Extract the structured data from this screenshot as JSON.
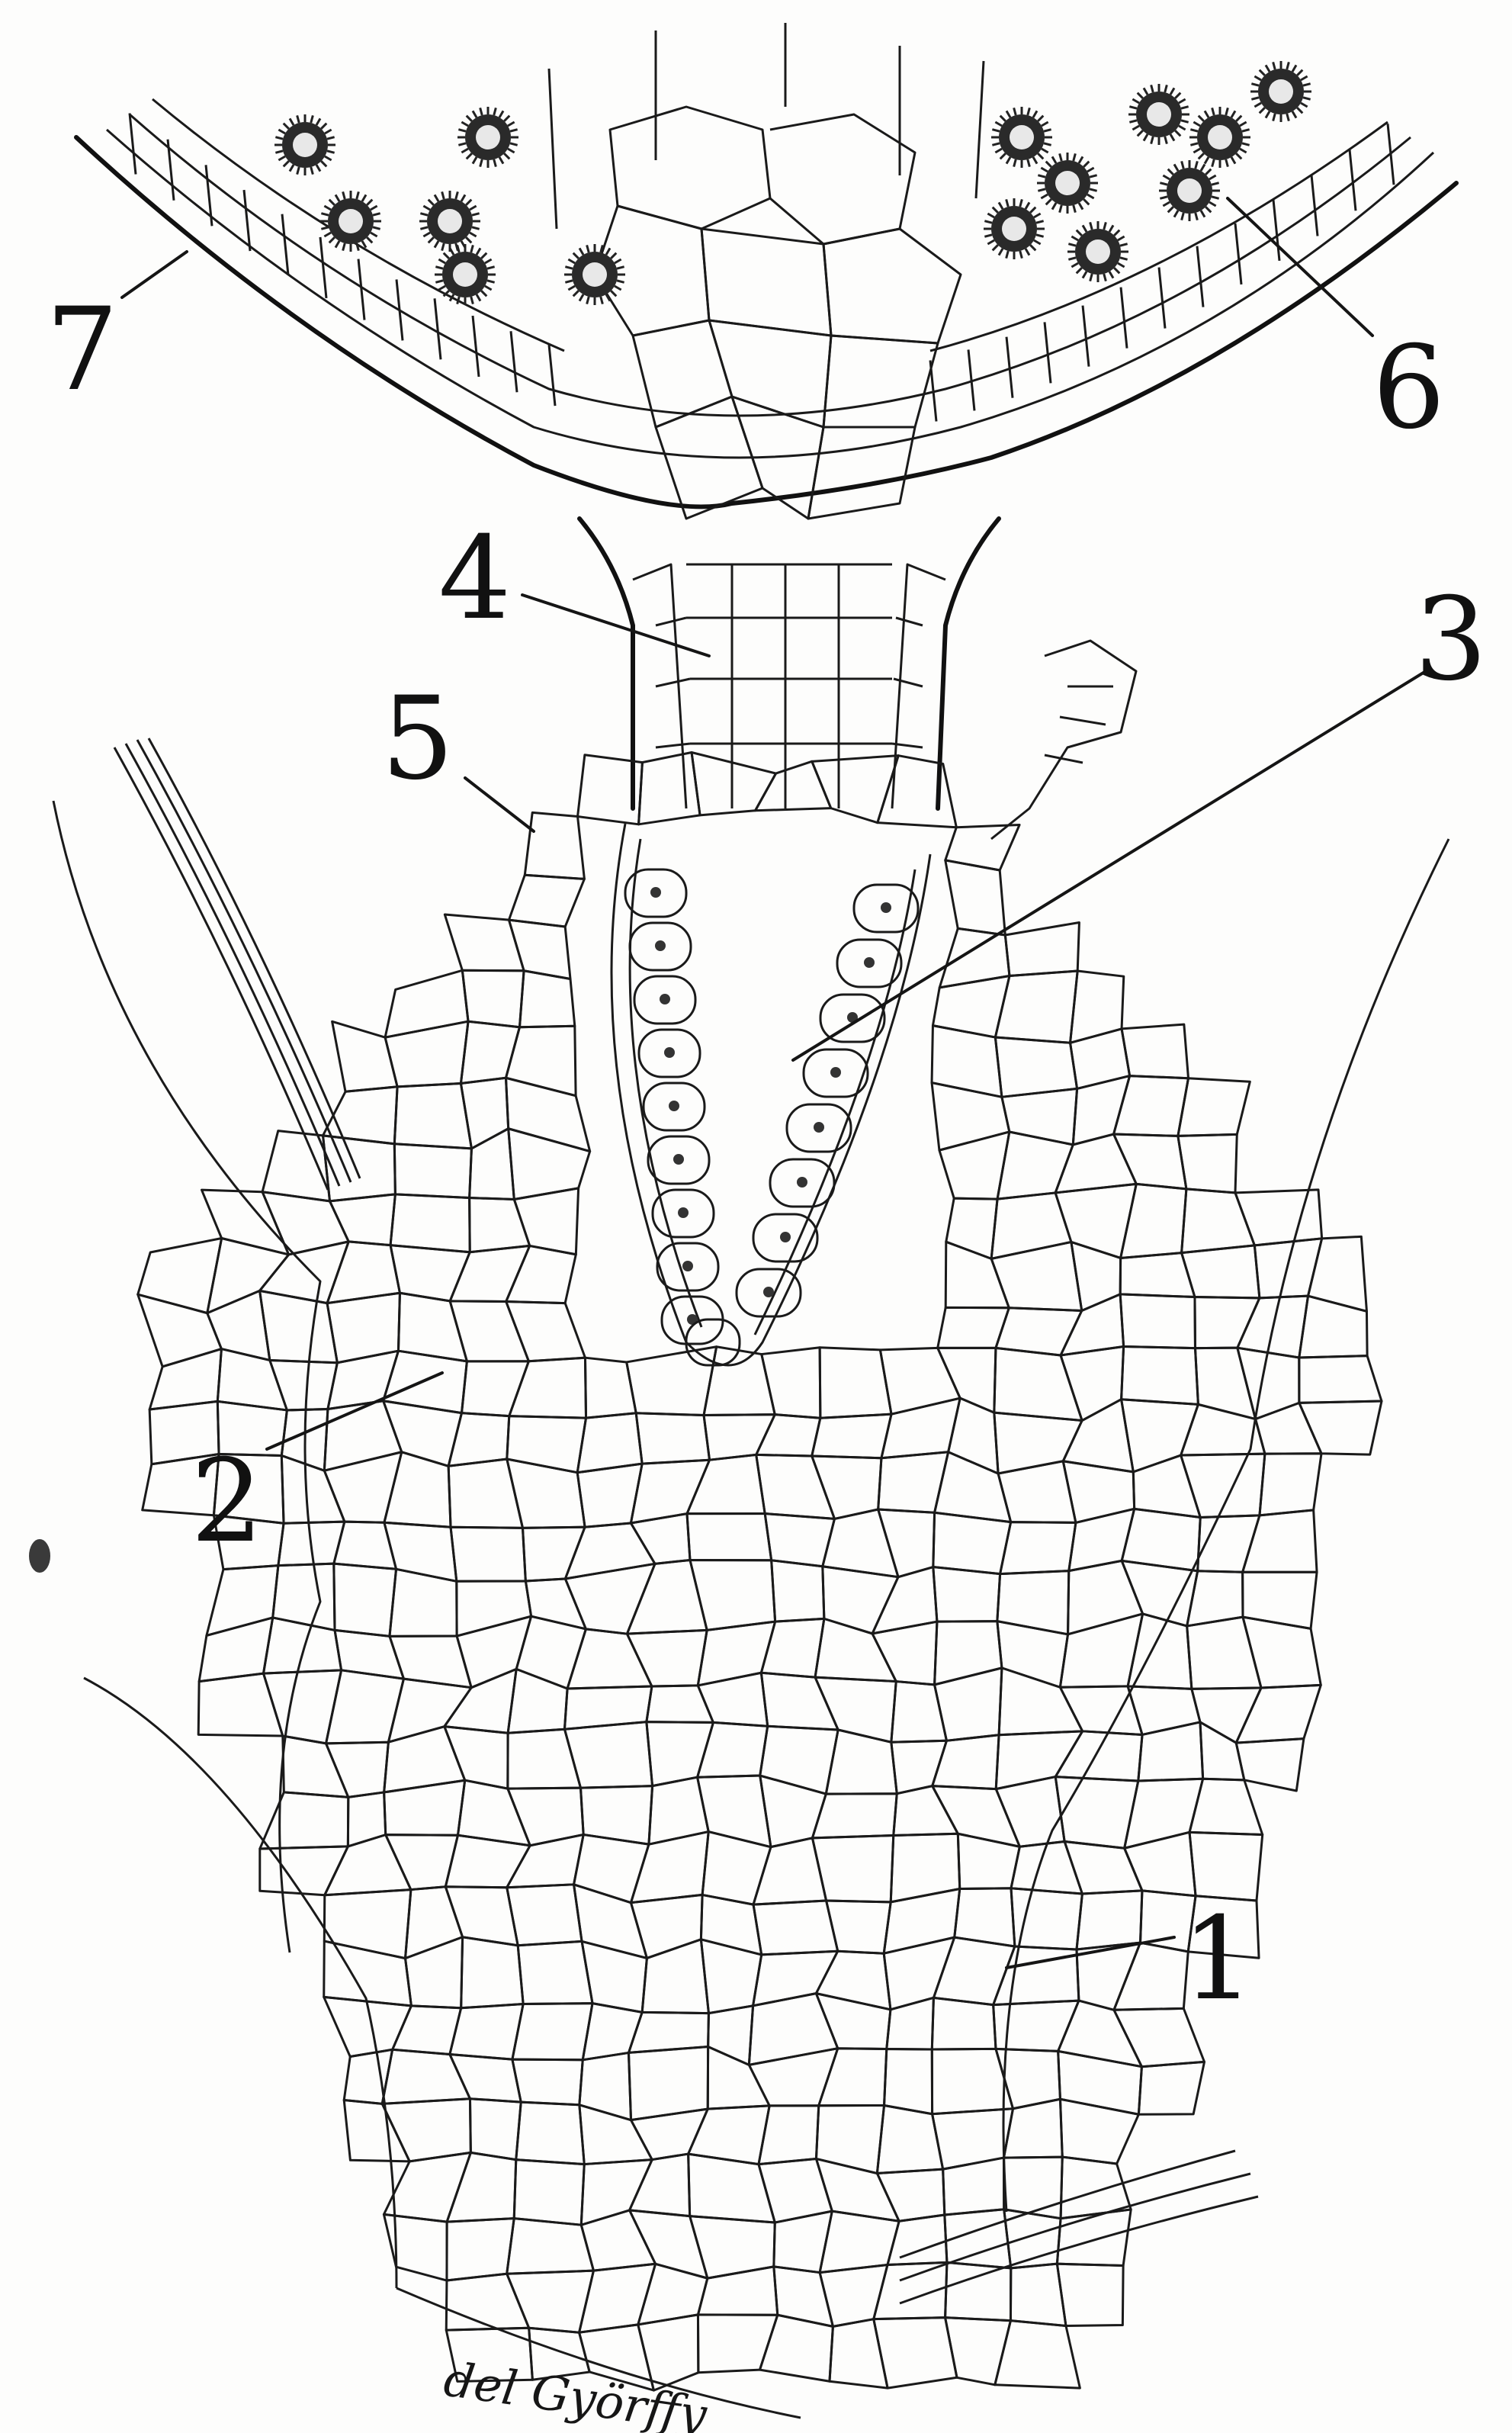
{
  "figure": {
    "labels": [
      "1",
      "2",
      "3",
      "4",
      "5",
      "6",
      "7"
    ],
    "signature": "del Györffy"
  },
  "colors": {
    "ink": "#1a1a1a",
    "paper": "#fdfdfc"
  }
}
